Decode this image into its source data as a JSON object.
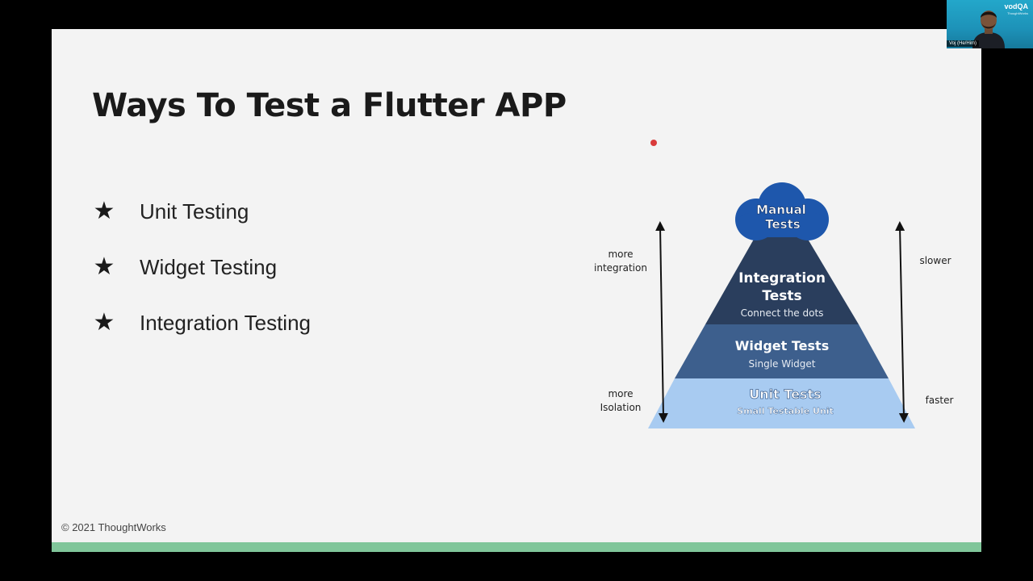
{
  "slide": {
    "title": "Ways To Test a Flutter APP",
    "bullets": [
      {
        "icon": "star-icon",
        "text": "Unit Testing"
      },
      {
        "icon": "star-icon",
        "text": "Widget Testing"
      },
      {
        "icon": "star-icon",
        "text": "Integration Testing"
      }
    ],
    "footer": "© 2021 ThoughtWorks"
  },
  "pyramid": {
    "cloud": {
      "line1": "Manual",
      "line2": "Tests"
    },
    "integration": {
      "line1": "Integration",
      "line2": "Tests",
      "sub": "Connect the dots"
    },
    "widget": {
      "title": "Widget Tests",
      "sub": "Single Widget"
    },
    "unit": {
      "title": "Unit Tests",
      "sub": "Small Testable Unit"
    },
    "left_top": {
      "line1": "more",
      "line2": "integration"
    },
    "left_bottom": {
      "line1": "more",
      "line2": "Isolation"
    },
    "right_top": "slower",
    "right_bottom": "faster",
    "colors": {
      "cloud": "#1e57ac",
      "integration": "#2a3e5d",
      "widget": "#3d5f8d",
      "unit": "#a8cbf1"
    }
  },
  "webcam": {
    "brand": "vodQA",
    "brand_sub": "ThoughtWorks",
    "name": "Voj (He/Him)"
  },
  "colors": {
    "accent_bar": "#80c69a",
    "laser": "#d93b3b"
  }
}
